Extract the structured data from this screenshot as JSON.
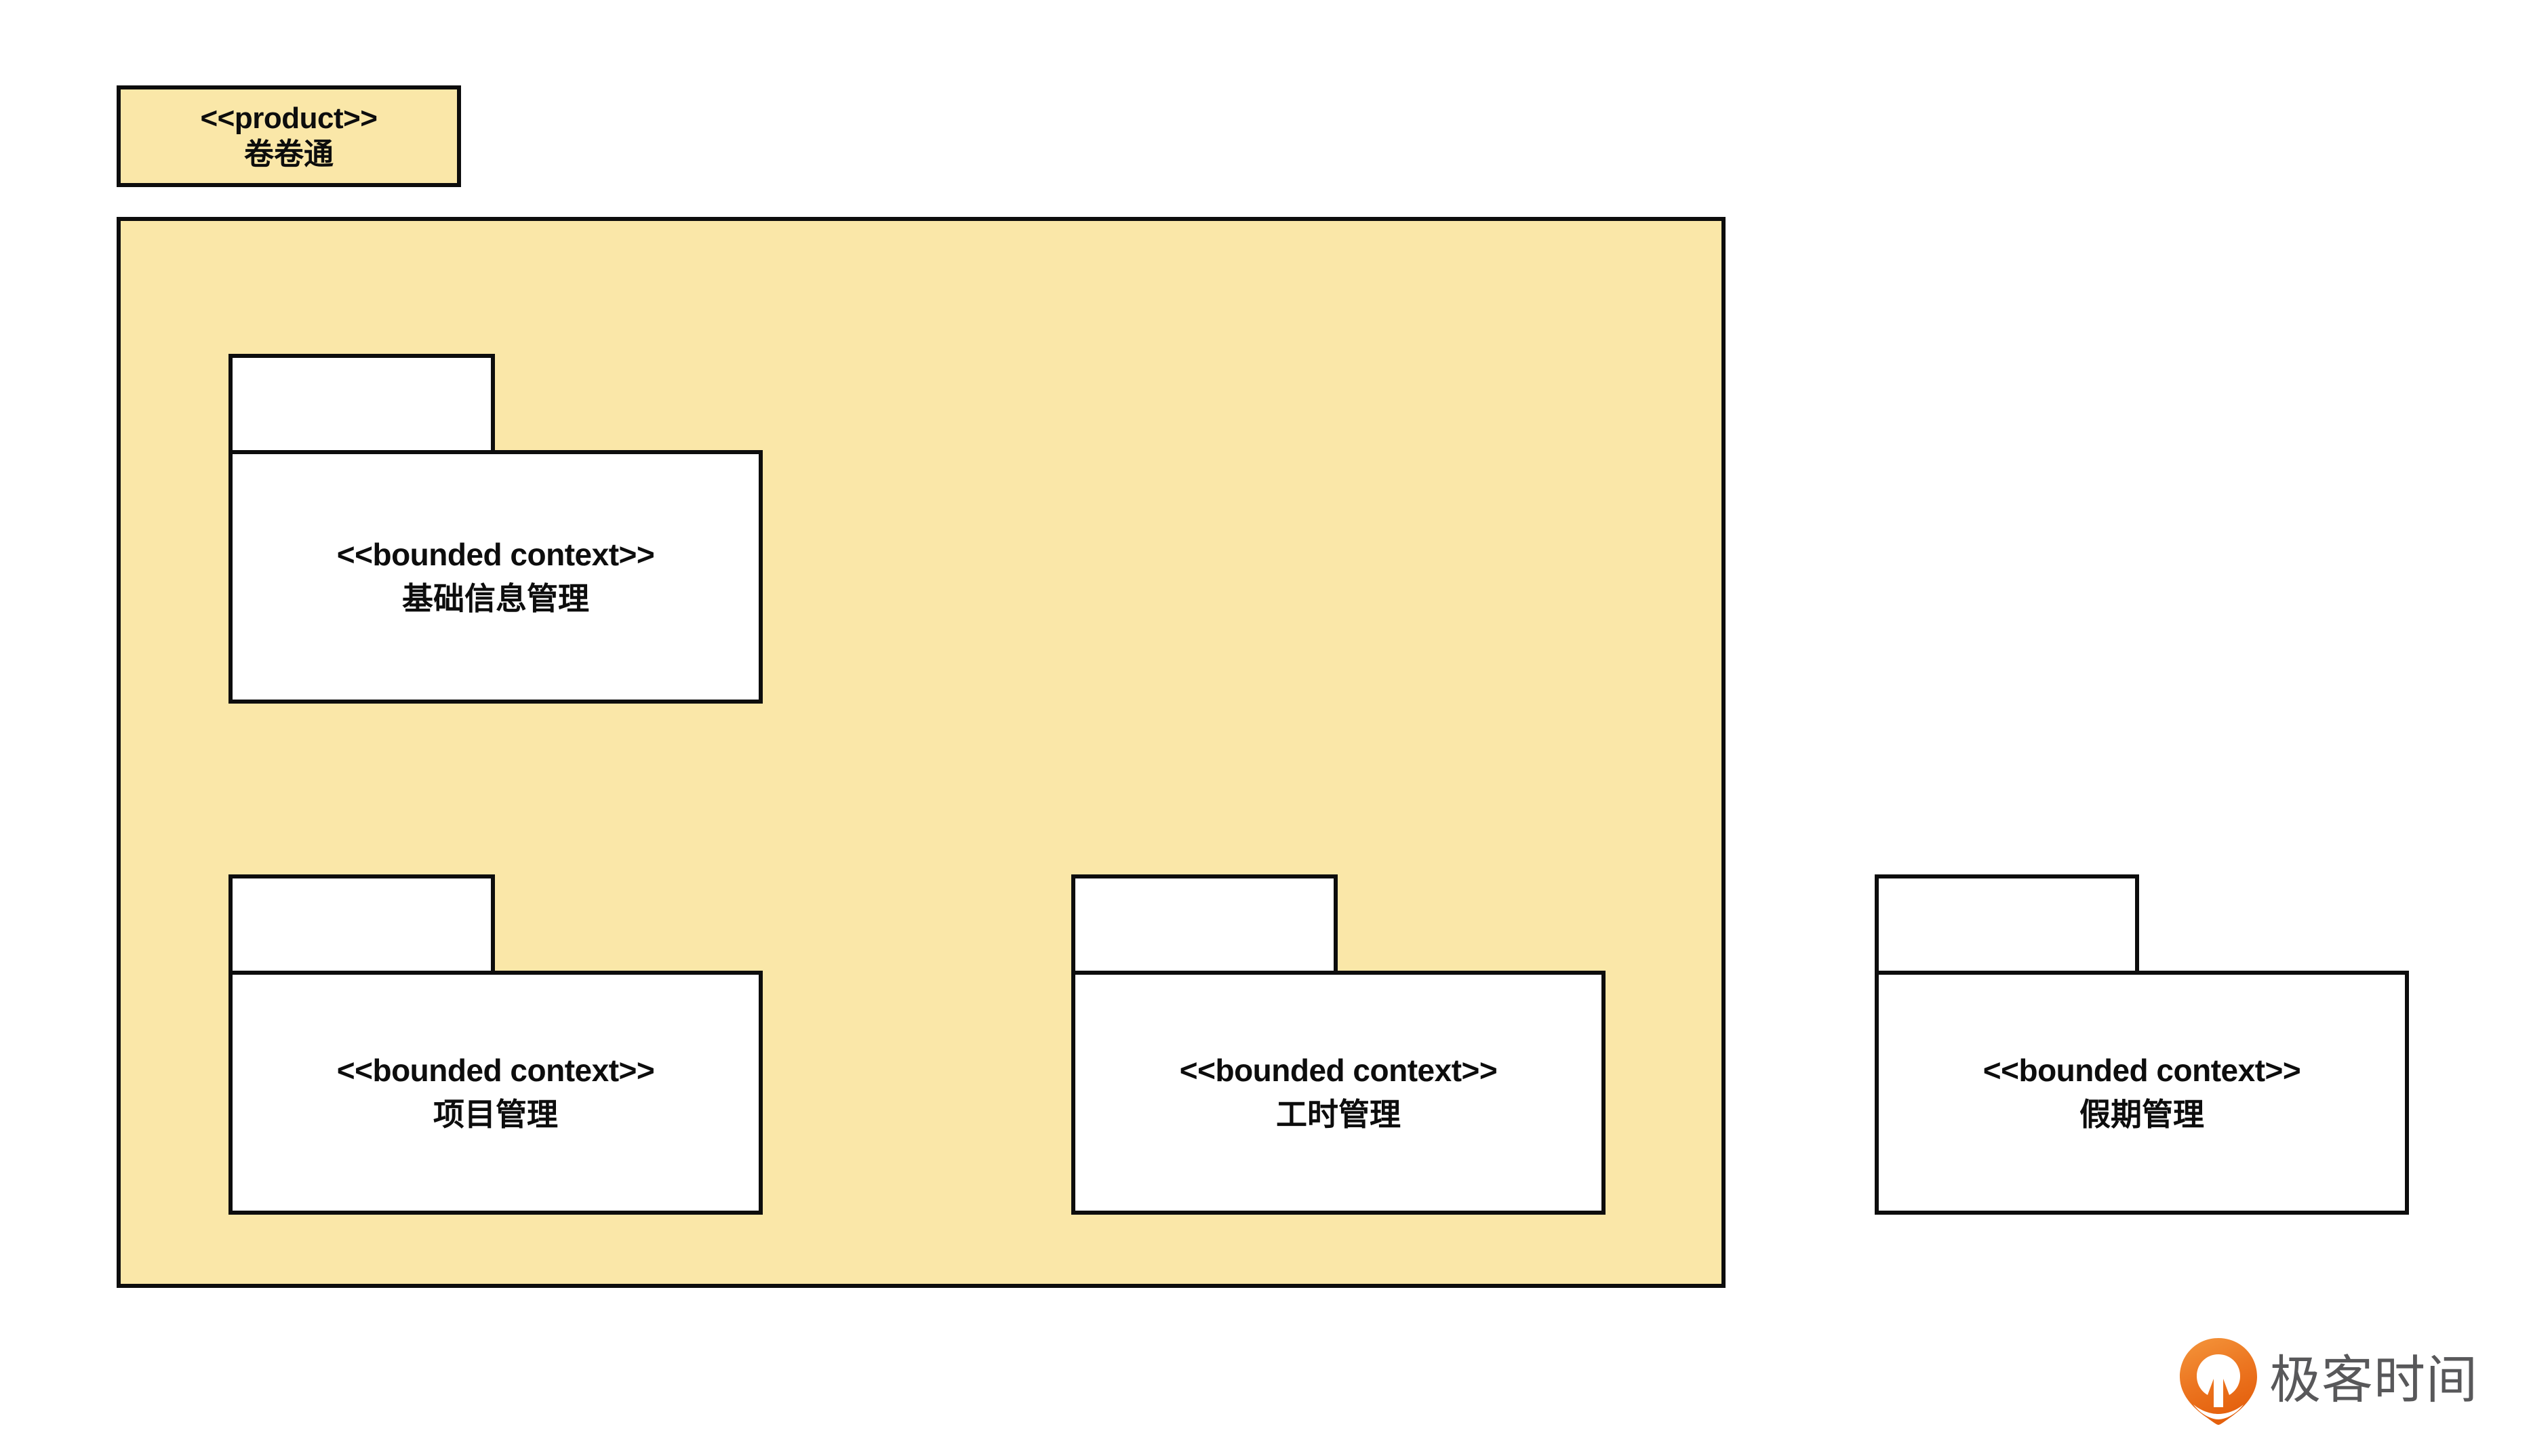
{
  "diagram": {
    "title": "UML package diagram",
    "colors": {
      "product_fill": "#FAE7A8",
      "package_fill": "#FFFFFF",
      "stroke": "#0D0D0D",
      "logo_orange_light": "#F08A32",
      "logo_orange_dark": "#E4600D",
      "logo_text_gray": "#58585A",
      "background": "#FFFFFF"
    }
  },
  "product_package": {
    "stereotype": "<<product>>",
    "name": "卷卷通"
  },
  "bounded_contexts": [
    {
      "stereotype": "<<bounded context>>",
      "name": "基础信息管理",
      "inside_product": true
    },
    {
      "stereotype": "<<bounded context>>",
      "name": "项目管理",
      "inside_product": true
    },
    {
      "stereotype": "<<bounded context>>",
      "name": "工时管理",
      "inside_product": true
    },
    {
      "stereotype": "<<bounded context>>",
      "name": "假期管理",
      "inside_product": false
    }
  ],
  "watermark": {
    "brand_name": "极客时间",
    "logo_icon": "geektime-pin-logo"
  }
}
